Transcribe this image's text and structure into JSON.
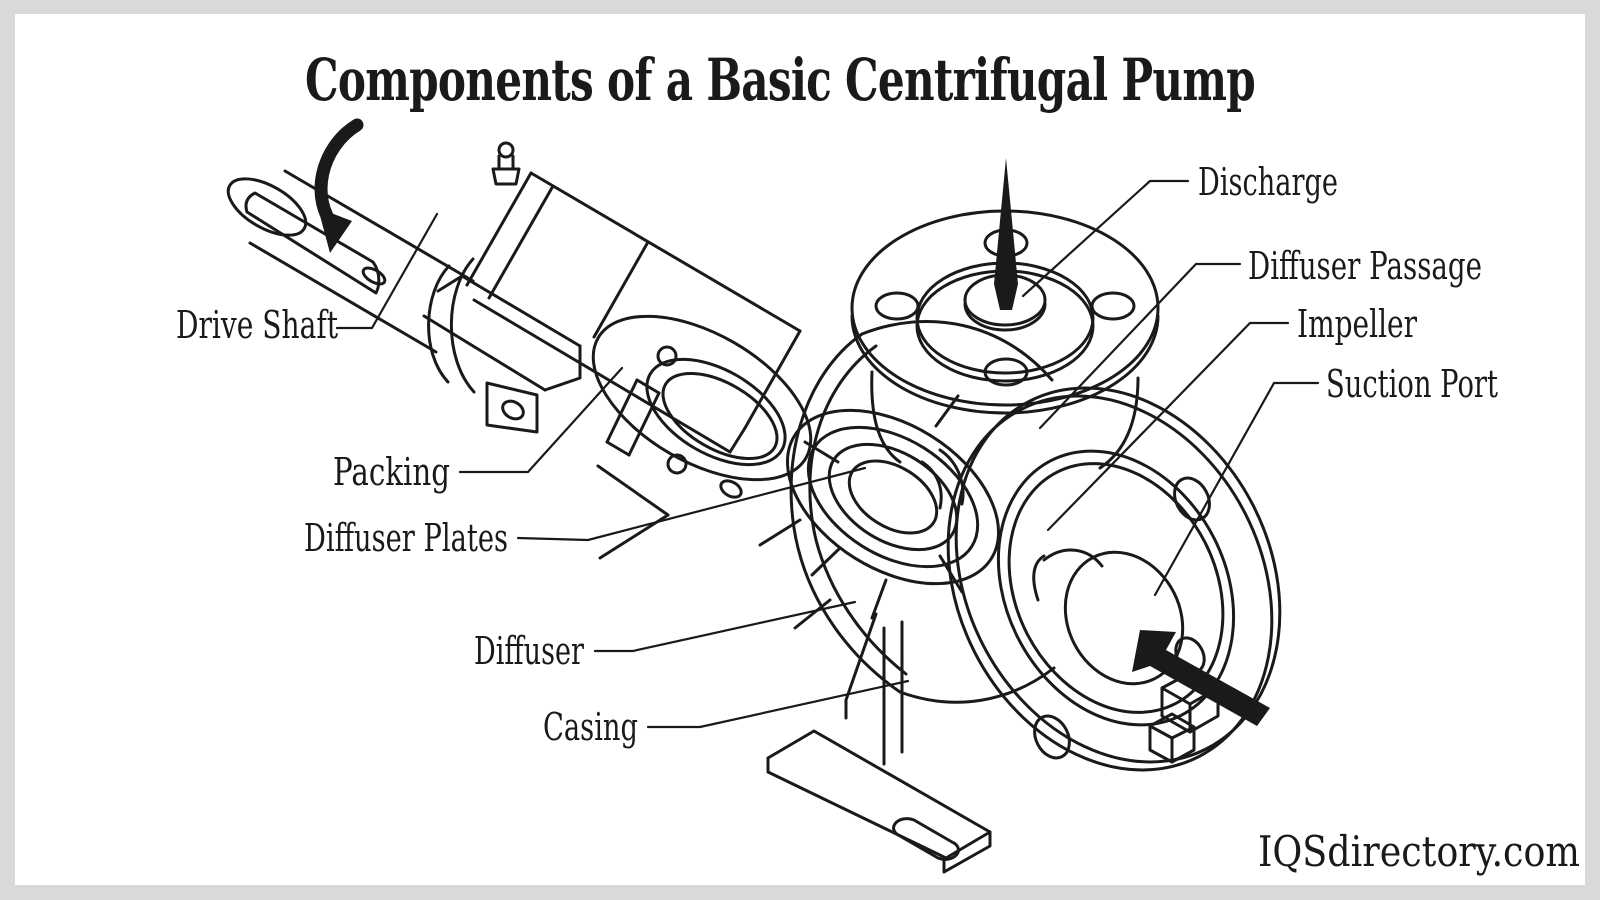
{
  "title": "Components of a Basic Centrifugal Pump",
  "watermark": "IQSdirectory.com",
  "colors": {
    "line": "#1a1a1a",
    "background": "#ffffff",
    "frame": "#d9d9d9"
  },
  "diagram": {
    "subject": "cutaway isometric line drawing of a centrifugal pump",
    "labels": {
      "drive_shaft": "Drive Shaft",
      "packing": "Packing",
      "diffuser_plates": "Diffuser Plates",
      "diffuser": "Diffuser",
      "casing": "Casing",
      "discharge": "Discharge",
      "diffuser_passage": "Diffuser Passage",
      "impeller": "Impeller",
      "suction_port": "Suction Port"
    },
    "icons": {
      "rotation_arrow": "curved arrow showing shaft rotation",
      "discharge_flow_arrow": "black arrow pointing up out of discharge flange",
      "suction_flow_arrow": "black arrow pointing into suction port"
    }
  }
}
